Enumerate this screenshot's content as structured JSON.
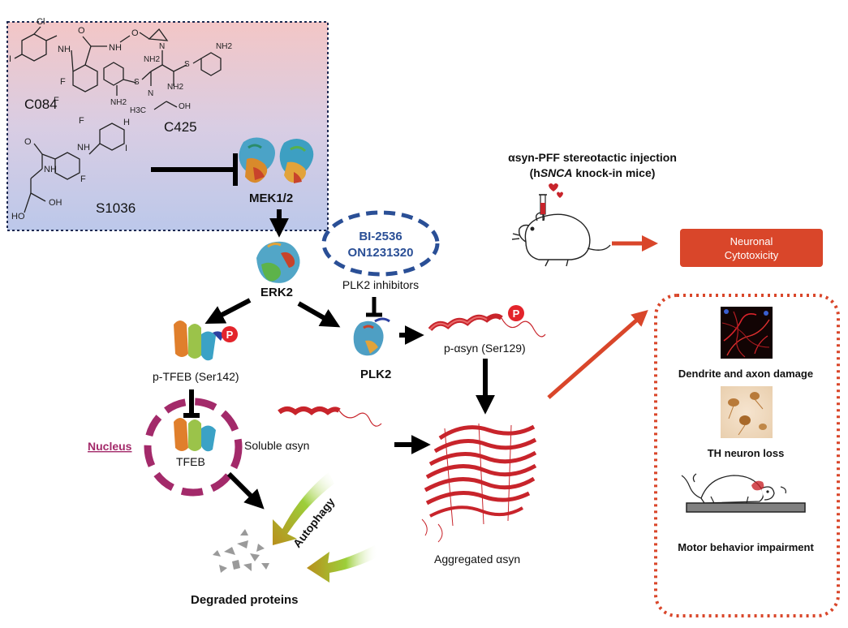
{
  "compounds": {
    "c084": "C084",
    "c425": "C425",
    "s1036": "S1036"
  },
  "atoms": {
    "cl": "Cl",
    "i": "I",
    "nh": "NH",
    "o": "O",
    "f": "F",
    "h": "H",
    "nh2": "NH2",
    "n": "N",
    "s": "S",
    "oh": "OH",
    "h3c": "H3C",
    "ho": "HO"
  },
  "proteins": {
    "mek": "MEK1/2",
    "erk": "ERK2",
    "plk2": "PLK2",
    "ptfeb": "p-TFEB (Ser142)",
    "tfeb": "TFEB",
    "pasyn": "p-αsyn (Ser129)"
  },
  "phospho_badge": "P",
  "inhibitor_box": {
    "line1": "BI-2536",
    "line2": "ON1231320",
    "caption": "PLK2 inhibitors"
  },
  "nucleus_label": "Nucleus",
  "soluble_asyn": "Soluble αsyn",
  "aggregated_asyn": "Aggregated αsyn",
  "autophagy": "Autophagy",
  "degraded": "Degraded proteins",
  "injection": {
    "line1": "αsyn-PFF stereotactic injection",
    "line2_pre": "(h",
    "line2_italic": "SNCA",
    "line2_post": " knock-in mice)"
  },
  "cytotoxicity": {
    "line1": "Neuronal",
    "line2": "Cytotoxicity"
  },
  "outcomes": {
    "dendrite": "Dendrite and axon damage",
    "th": "TH neuron loss",
    "motor": "Motor behavior impairment"
  },
  "colors": {
    "accent_red": "#d9462a",
    "nucleus_purple": "#a32a6a",
    "inhibitor_blue": "#2a4f96",
    "phospho_red": "#e3242b"
  }
}
